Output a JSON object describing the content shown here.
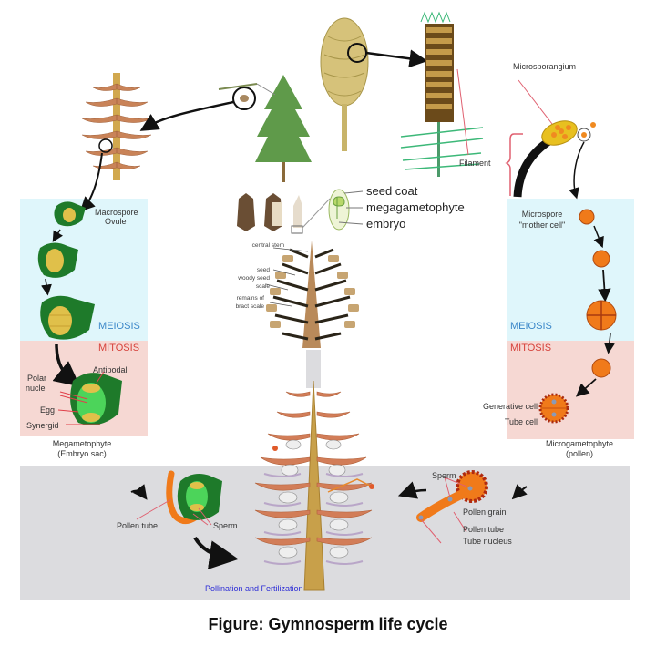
{
  "caption": "Figure: Gymnosperm life cycle",
  "female_side": {
    "macrospore": "Macrospore",
    "ovule": "Ovule",
    "meiosis": "MEIOSIS",
    "mitosis": "MITOSIS",
    "polar_nuclei_1": "Polar",
    "polar_nuclei_2": "nuclei",
    "antipodal": "Antipodal",
    "egg": "Egg",
    "synergid": "Synergid",
    "megagametophyte": "Megametophyte",
    "embryo_sac": "(Embryo sac)"
  },
  "male_side": {
    "microsporangium": "Microsporangium",
    "filament": "Filament",
    "microspore_1": "Microspore",
    "microspore_2": "\"mother cell\"",
    "meiosis": "MEIOSIS",
    "mitosis": "MITOSIS",
    "generative_cell": "Generative cell",
    "tube_cell": "Tube cell",
    "microgametophyte": "Microgametophyte",
    "pollen": "(pollen)"
  },
  "seed": {
    "seed_coat": "seed coat",
    "megagametophyte": "megagametophyte",
    "embryo": "embryo"
  },
  "cone": {
    "central_stem": "central stem",
    "seed": "seed",
    "woody_seed_1": "woody seed",
    "woody_seed_2": "scale",
    "bract_1": "remains of",
    "bract_2": "bract scale"
  },
  "fertilization": {
    "pollen_tube_left": "Pollen tube",
    "sperm_left": "Sperm",
    "sperm_right": "Sperm",
    "pollen_grain": "Pollen grain",
    "pollen_tube_right": "Pollen tube",
    "tube_nucleus": "Tube nucleus",
    "title": "Pollination and Fertilization"
  },
  "colors": {
    "meiosis": "#3a86c8",
    "mitosis": "#d6423b",
    "panel_blue": "#dff6fb",
    "panel_pink": "#f6d8d3",
    "band_gray": "#dcdcdf",
    "ovule_green": "#1e7a2a",
    "pollen_orange": "#f07a1a"
  }
}
